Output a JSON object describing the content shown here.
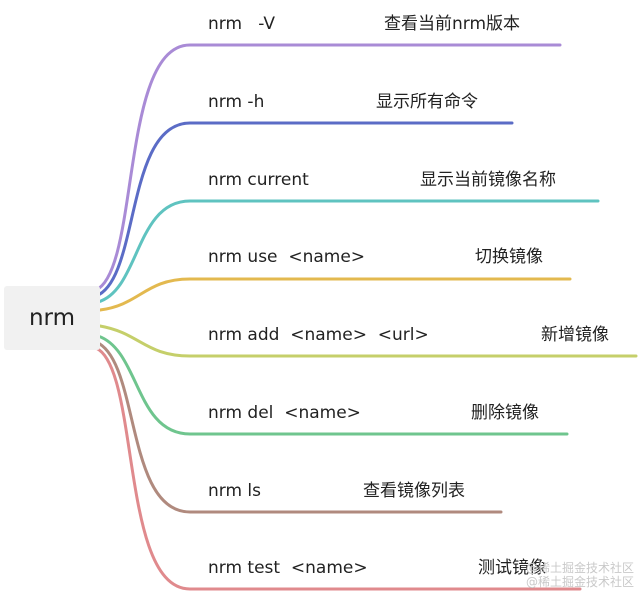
{
  "root": {
    "label": "nrm"
  },
  "branches": [
    {
      "command": "nrm   -V",
      "description": "查看当前nrm版本",
      "color": "#a98bd6"
    },
    {
      "command": "nrm -h",
      "description": "显示所有命令",
      "color": "#5b6cc6"
    },
    {
      "command": "nrm current",
      "description": "显示当前镜像名称",
      "color": "#5fc3c0"
    },
    {
      "command": "nrm use  <name>",
      "description": "切换镜像",
      "color": "#e3b94f"
    },
    {
      "command": "nrm add  <name>  <url>",
      "description": "新增镜像",
      "color": "#c5cf6a"
    },
    {
      "command": "nrm del  <name>",
      "description": "删除镜像",
      "color": "#6fc58e"
    },
    {
      "command": "nrm ls",
      "description": "查看镜像列表",
      "color": "#b08a7e"
    },
    {
      "command": "nrm test  <name>",
      "description": "测试镜像",
      "color": "#e08a8d"
    }
  ],
  "watermark": {
    "line1": "@稀土掘金技术社区",
    "line2": "@稀土掘金技术社区"
  }
}
